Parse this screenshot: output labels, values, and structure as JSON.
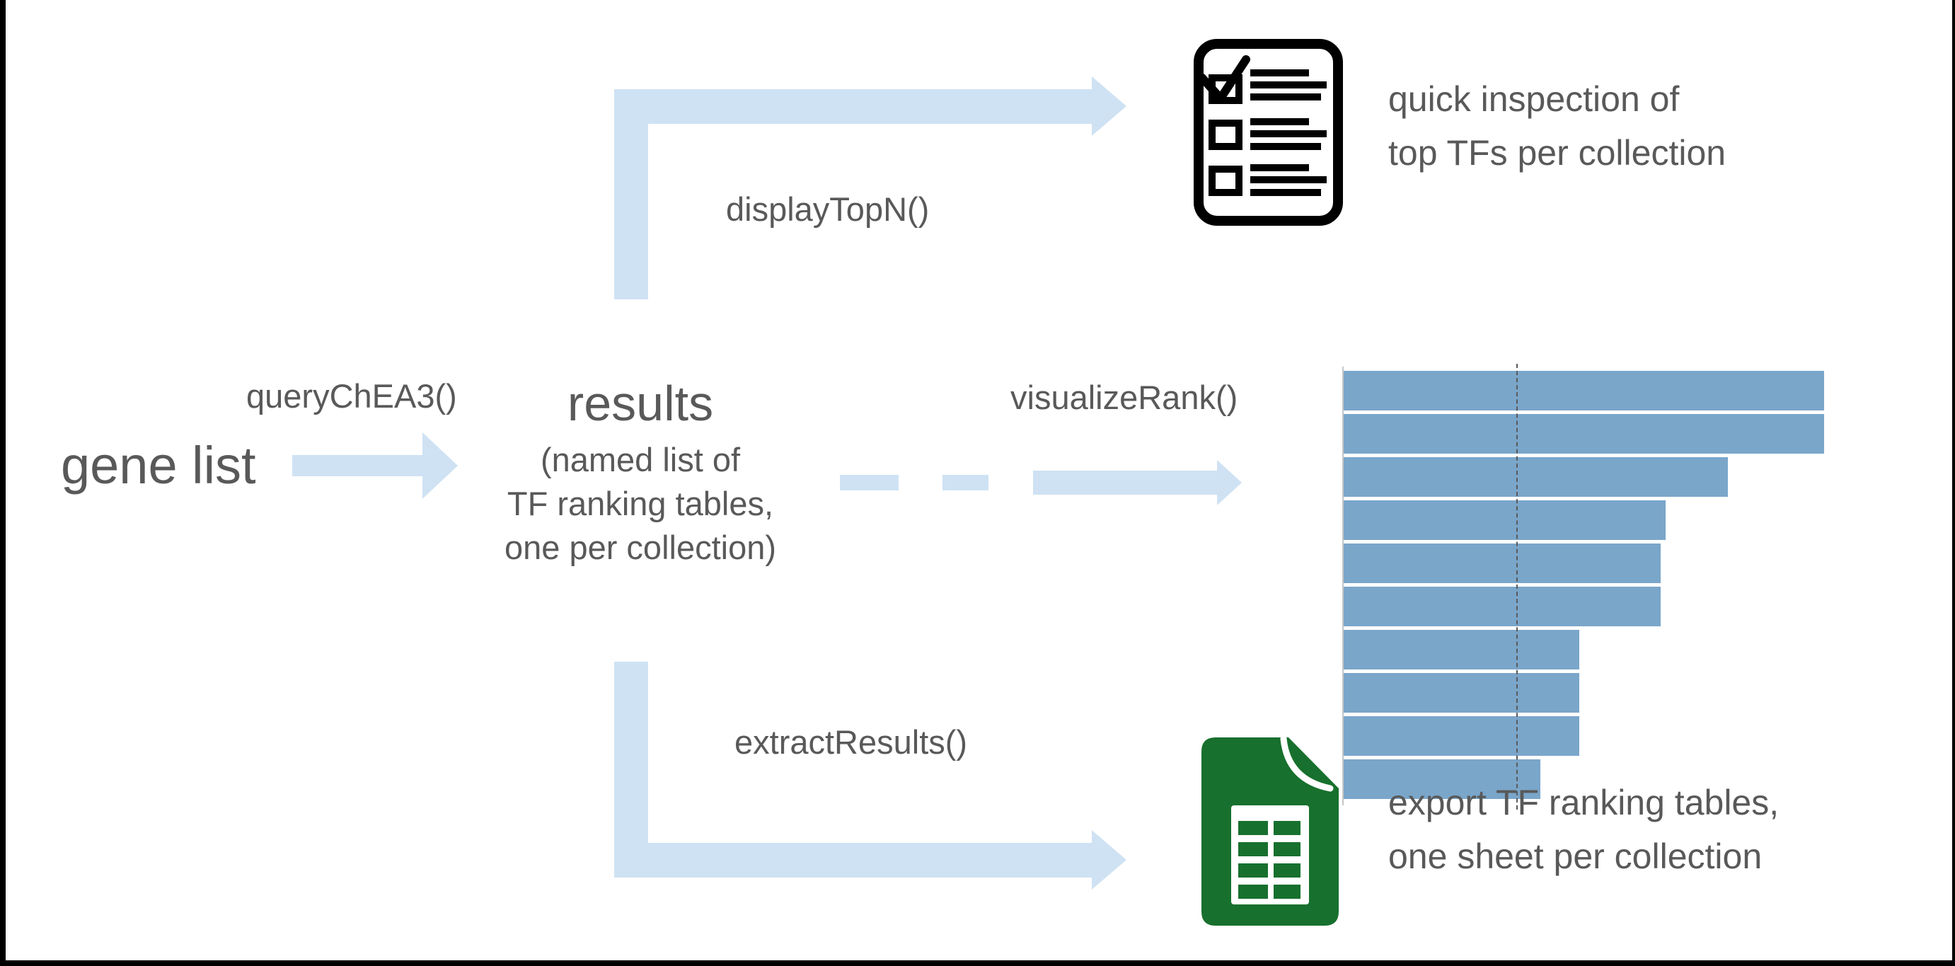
{
  "diagram": {
    "nodes": {
      "gene_list": "gene list",
      "results_title": "results",
      "results_sub1": "(named list of",
      "results_sub2": "TF ranking tables,",
      "results_sub3": "one per collection)"
    },
    "function_labels": {
      "query": "queryChEA3()",
      "display": "displayTopN()",
      "visualize": "visualizeRank()",
      "extract": "extractResults()"
    },
    "outputs": {
      "quick_line1": "quick inspection of",
      "quick_line2": "top TFs per collection",
      "export_line1": "export TF ranking tables,",
      "export_line2": "one sheet per collection"
    },
    "icons": {
      "checklist": "checklist-document-icon",
      "spreadsheet": "green-spreadsheet-icon"
    },
    "colors": {
      "arrow_blue": "#cfe2f3",
      "bar_blue": "#7aa6ca",
      "sheet_green": "#17702d",
      "text_gray": "#595959"
    }
  },
  "chart_data": {
    "type": "bar",
    "orientation": "horizontal",
    "title": "",
    "categories": [
      "",
      "",
      "",
      "",
      "",
      "",
      "",
      "",
      "",
      ""
    ],
    "values_percent_of_max": [
      100,
      100,
      80,
      67,
      66,
      66,
      49,
      49,
      49,
      41
    ],
    "reference_line_percent": 36,
    "axis_tick_labels_visible": false,
    "legend": "none",
    "bar_color": "#7aa6ca"
  }
}
